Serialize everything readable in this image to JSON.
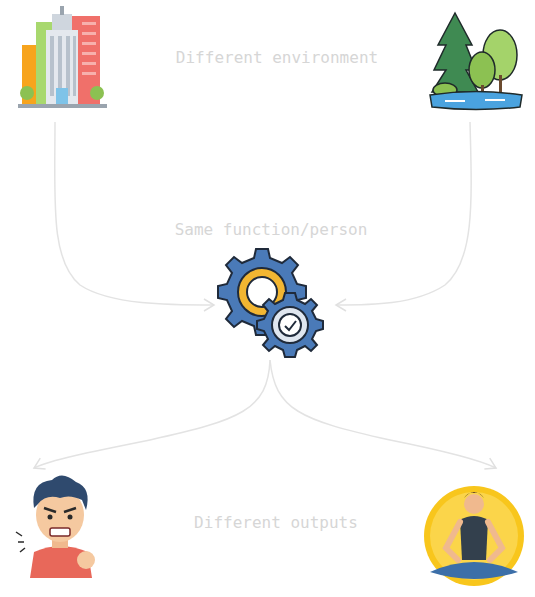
{
  "diagram": {
    "labels": [
      "Different environment",
      "Same function/person",
      "Different outputs"
    ]
  }
}
